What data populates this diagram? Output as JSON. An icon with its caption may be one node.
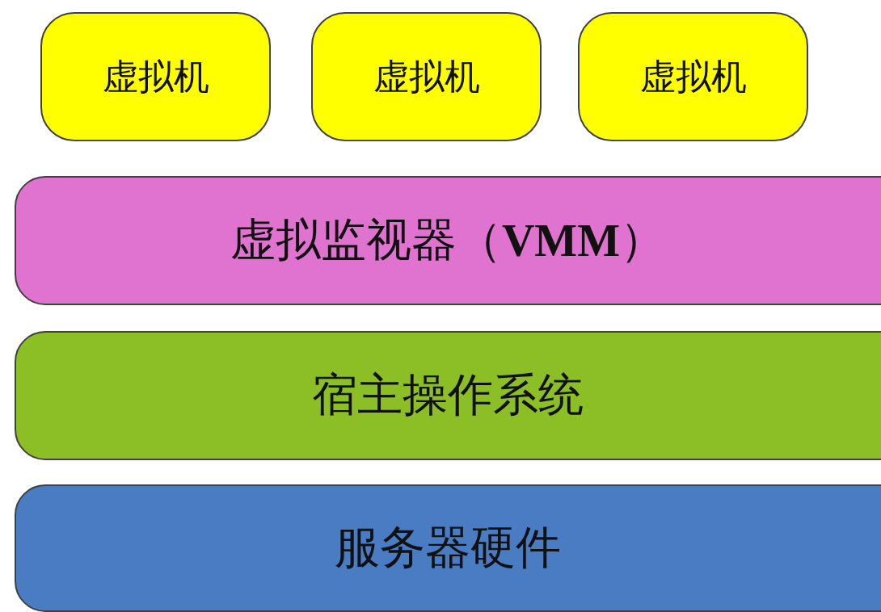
{
  "diagram": {
    "nodes": [
      {
        "text": [
          "虚拟机"
        ]
      },
      {
        "text": [
          "虚拟机"
        ]
      },
      {
        "text": [
          "虚拟机"
        ]
      },
      {
        "text": [
          "虚拟监视器（**VMM**）"
        ]
      },
      {
        "text": [
          "宿主操作系统"
        ]
      },
      {
        "text": [
          "服务器硬件"
        ]
      }
    ]
  }
}
